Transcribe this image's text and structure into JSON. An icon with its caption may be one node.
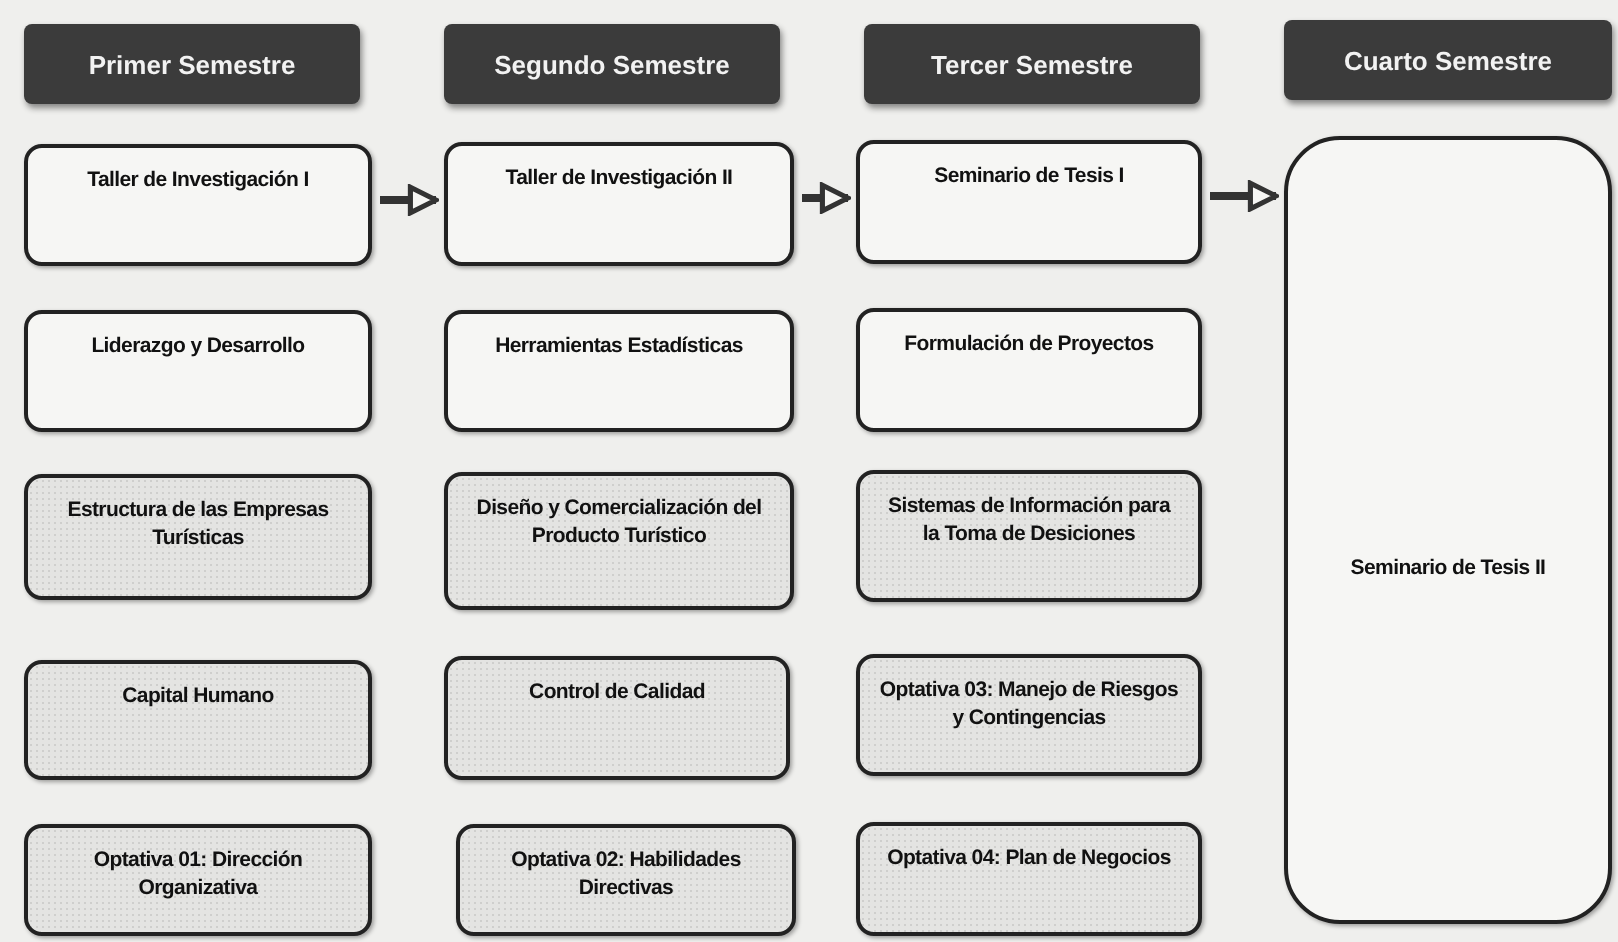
{
  "diagram": {
    "nodes": [
      {
        "text": [
          "Primer Semestre"
        ]
      },
      {
        "text": [
          "Segundo Semestre"
        ]
      },
      {
        "text": [
          "Tercer Semestre"
        ]
      },
      {
        "text": [
          "Cuarto Semestre"
        ]
      },
      {
        "text": [
          "Taller de Investigación I"
        ]
      },
      {
        "text": [
          "Taller de Investigación II"
        ]
      },
      {
        "text": [
          "Seminario de Tesis I"
        ]
      },
      {
        "text": [
          "Seminario de Tesis II"
        ]
      },
      {
        "text": [
          "Liderazgo y Desarrollo"
        ]
      },
      {
        "text": [
          "Herramientas Estadísticas"
        ]
      },
      {
        "text": [
          "Formulación de Proyectos"
        ]
      },
      {
        "text": [
          "Estructura de las Empresas Turísticas"
        ]
      },
      {
        "text": [
          "Diseño y Comercialización del Producto Turístico"
        ]
      },
      {
        "text": [
          "Sistemas de Información para la Toma de Desiciones"
        ]
      },
      {
        "text": [
          "Capital Humano"
        ]
      },
      {
        "text": [
          "Control de Calidad"
        ]
      },
      {
        "text": [
          "Optativa 03: Manejo de Riesgos y Contingencias"
        ]
      },
      {
        "text": [
          "Optativa 01: Dirección Organizativa"
        ]
      },
      {
        "text": [
          "Optativa 02: Habilidades Directivas"
        ]
      },
      {
        "text": [
          "Optativa 04: Plan de Negocios"
        ]
      }
    ],
    "edges": [
      {
        "from": 4,
        "to": 5,
        "arrow": "to"
      },
      {
        "from": 5,
        "to": 6,
        "arrow": "to"
      },
      {
        "from": 6,
        "to": 7,
        "arrow": "to"
      }
    ]
  }
}
